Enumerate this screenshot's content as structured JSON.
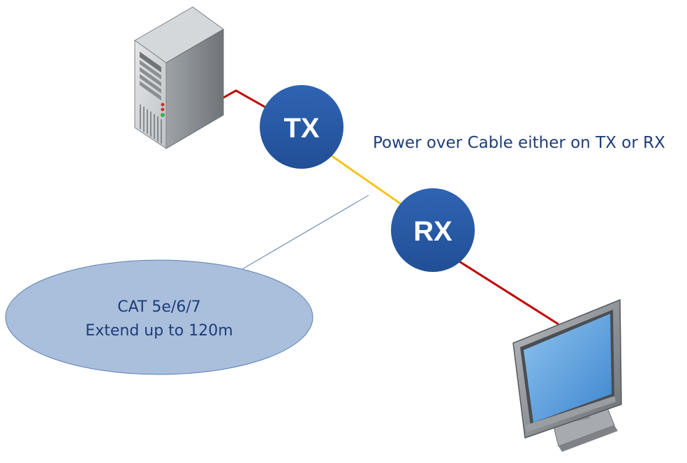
{
  "nodes": {
    "tx": {
      "label": "TX"
    },
    "rx": {
      "label": "RX"
    }
  },
  "power_note": "Power over Cable either on TX or RX",
  "cable_callout": {
    "line1": "CAT 5e/6/7",
    "line2": "Extend up to 120m"
  },
  "icons": {
    "source": "server-tower-icon",
    "display": "monitor-icon"
  },
  "colors": {
    "node_fill": "#2a5ca8",
    "node_text": "#ffffff",
    "hdmi_cable": "#c00000",
    "cat_cable": "#f5c518",
    "callout_fill": "#a9bfdc",
    "callout_stroke": "#5b7fb4",
    "text_blue": "#1f3c78"
  }
}
